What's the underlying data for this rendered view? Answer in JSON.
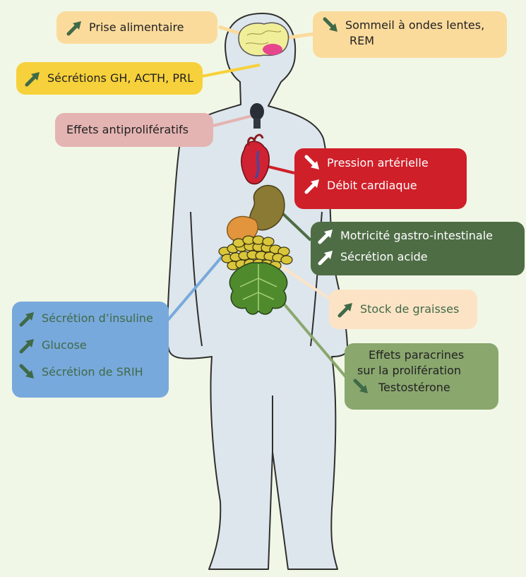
{
  "callouts": {
    "prise": {
      "text": "Prise alimentaire",
      "direction": "up"
    },
    "sommeil": {
      "line1": "Sommeil à ondes lentes,",
      "line2": "REM",
      "direction": "down"
    },
    "secretions_gh": {
      "text": "Sécrétions GH, ACTH, PRL",
      "direction": "up"
    },
    "antiprolif": {
      "text": "Effets antiprolifératifs"
    },
    "cardio": {
      "items": [
        {
          "text": "Pression artérielle",
          "direction": "down"
        },
        {
          "text": "Débit cardiaque",
          "direction": "up"
        }
      ]
    },
    "gastro": {
      "items": [
        {
          "text": "Motricité gastro-intestinale",
          "direction": "up"
        },
        {
          "text": "Sécrétion acide",
          "direction": "up"
        }
      ]
    },
    "graisses": {
      "text": "Stock de graisses",
      "direction": "up"
    },
    "pancreas": {
      "items": [
        {
          "text": "Sécrétion d’insuline",
          "direction": "up"
        },
        {
          "text": "Glucose",
          "direction": "up"
        },
        {
          "text": "Sécrétion de SRIH",
          "direction": "down"
        }
      ]
    },
    "paracrine": {
      "line1": "Effets paracrines",
      "line2": "sur la prolifération",
      "line3": "Testostérone",
      "direction": "down"
    }
  },
  "colors": {
    "background": "#f1f7e6",
    "yellow_light": "#fbdb9c",
    "yellow": "#f7d13b",
    "pink": "#e4b4b2",
    "red": "#cf1f29",
    "dark_green": "#4e6d45",
    "peach": "#fde3c6",
    "blue": "#78a9dc",
    "olive": "#8aa76e",
    "arrow_green": "#3f6a47",
    "arrow_white": "#ffffff",
    "body": "#dde6ec"
  },
  "icons": {
    "up": "arrow-up-right-icon",
    "down": "arrow-down-right-icon"
  }
}
